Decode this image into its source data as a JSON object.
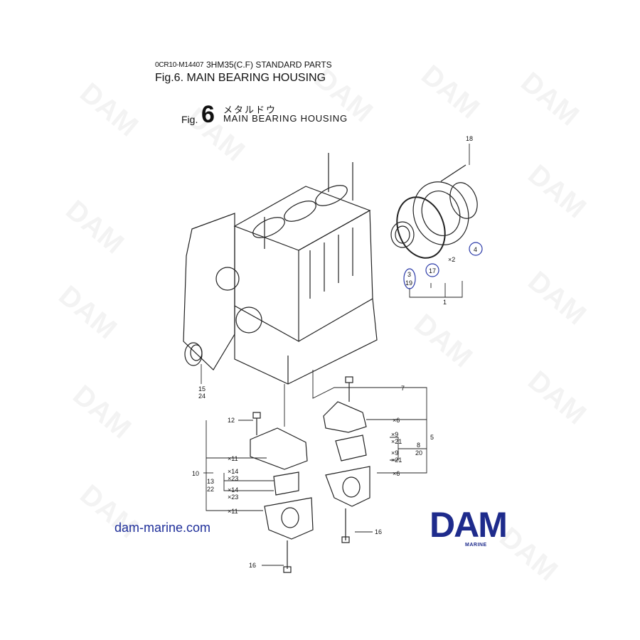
{
  "header": {
    "doc_code": "0CR10-M14407",
    "doc_title": "3HM35(C.F) STANDARD PARTS",
    "fig_title": "Fig.6.  MAIN BEARING HOUSING"
  },
  "figure_label": {
    "fig": "Fig.",
    "number": "6",
    "japanese": "メタルドウ",
    "english": "MAIN BEARING HOUSING"
  },
  "callouts": {
    "c18": "18",
    "c4": "4",
    "cx2": "×2",
    "c17": "17",
    "c3": "3",
    "c19": "19",
    "c1": "1",
    "c15": "15",
    "c24": "24",
    "c7": "7",
    "cx6a": "×6",
    "c5": "5",
    "cx9a": "×9",
    "cx21a": "×21",
    "c8": "8",
    "c20": "20",
    "cx9b": "×9",
    "cx21b": "×21",
    "cx6b": "×6",
    "c12": "12",
    "cx11a": "×11",
    "c10": "10",
    "c13": "13",
    "c22": "22",
    "cx14a": "×14",
    "cx23a": "×23",
    "cx14b": "×14",
    "cx23b": "×23",
    "cx11b": "×11",
    "c16a": "16",
    "c16b": "16"
  },
  "watermark": "DAM",
  "footer": {
    "url": "dam-marine.com",
    "brand": "DAM",
    "brand_sub": "MARINE"
  },
  "colors": {
    "brand": "#1e2b8c",
    "url": "#1f2f9a",
    "highlight_circle": "#2b3aa8",
    "line": "#222222"
  }
}
